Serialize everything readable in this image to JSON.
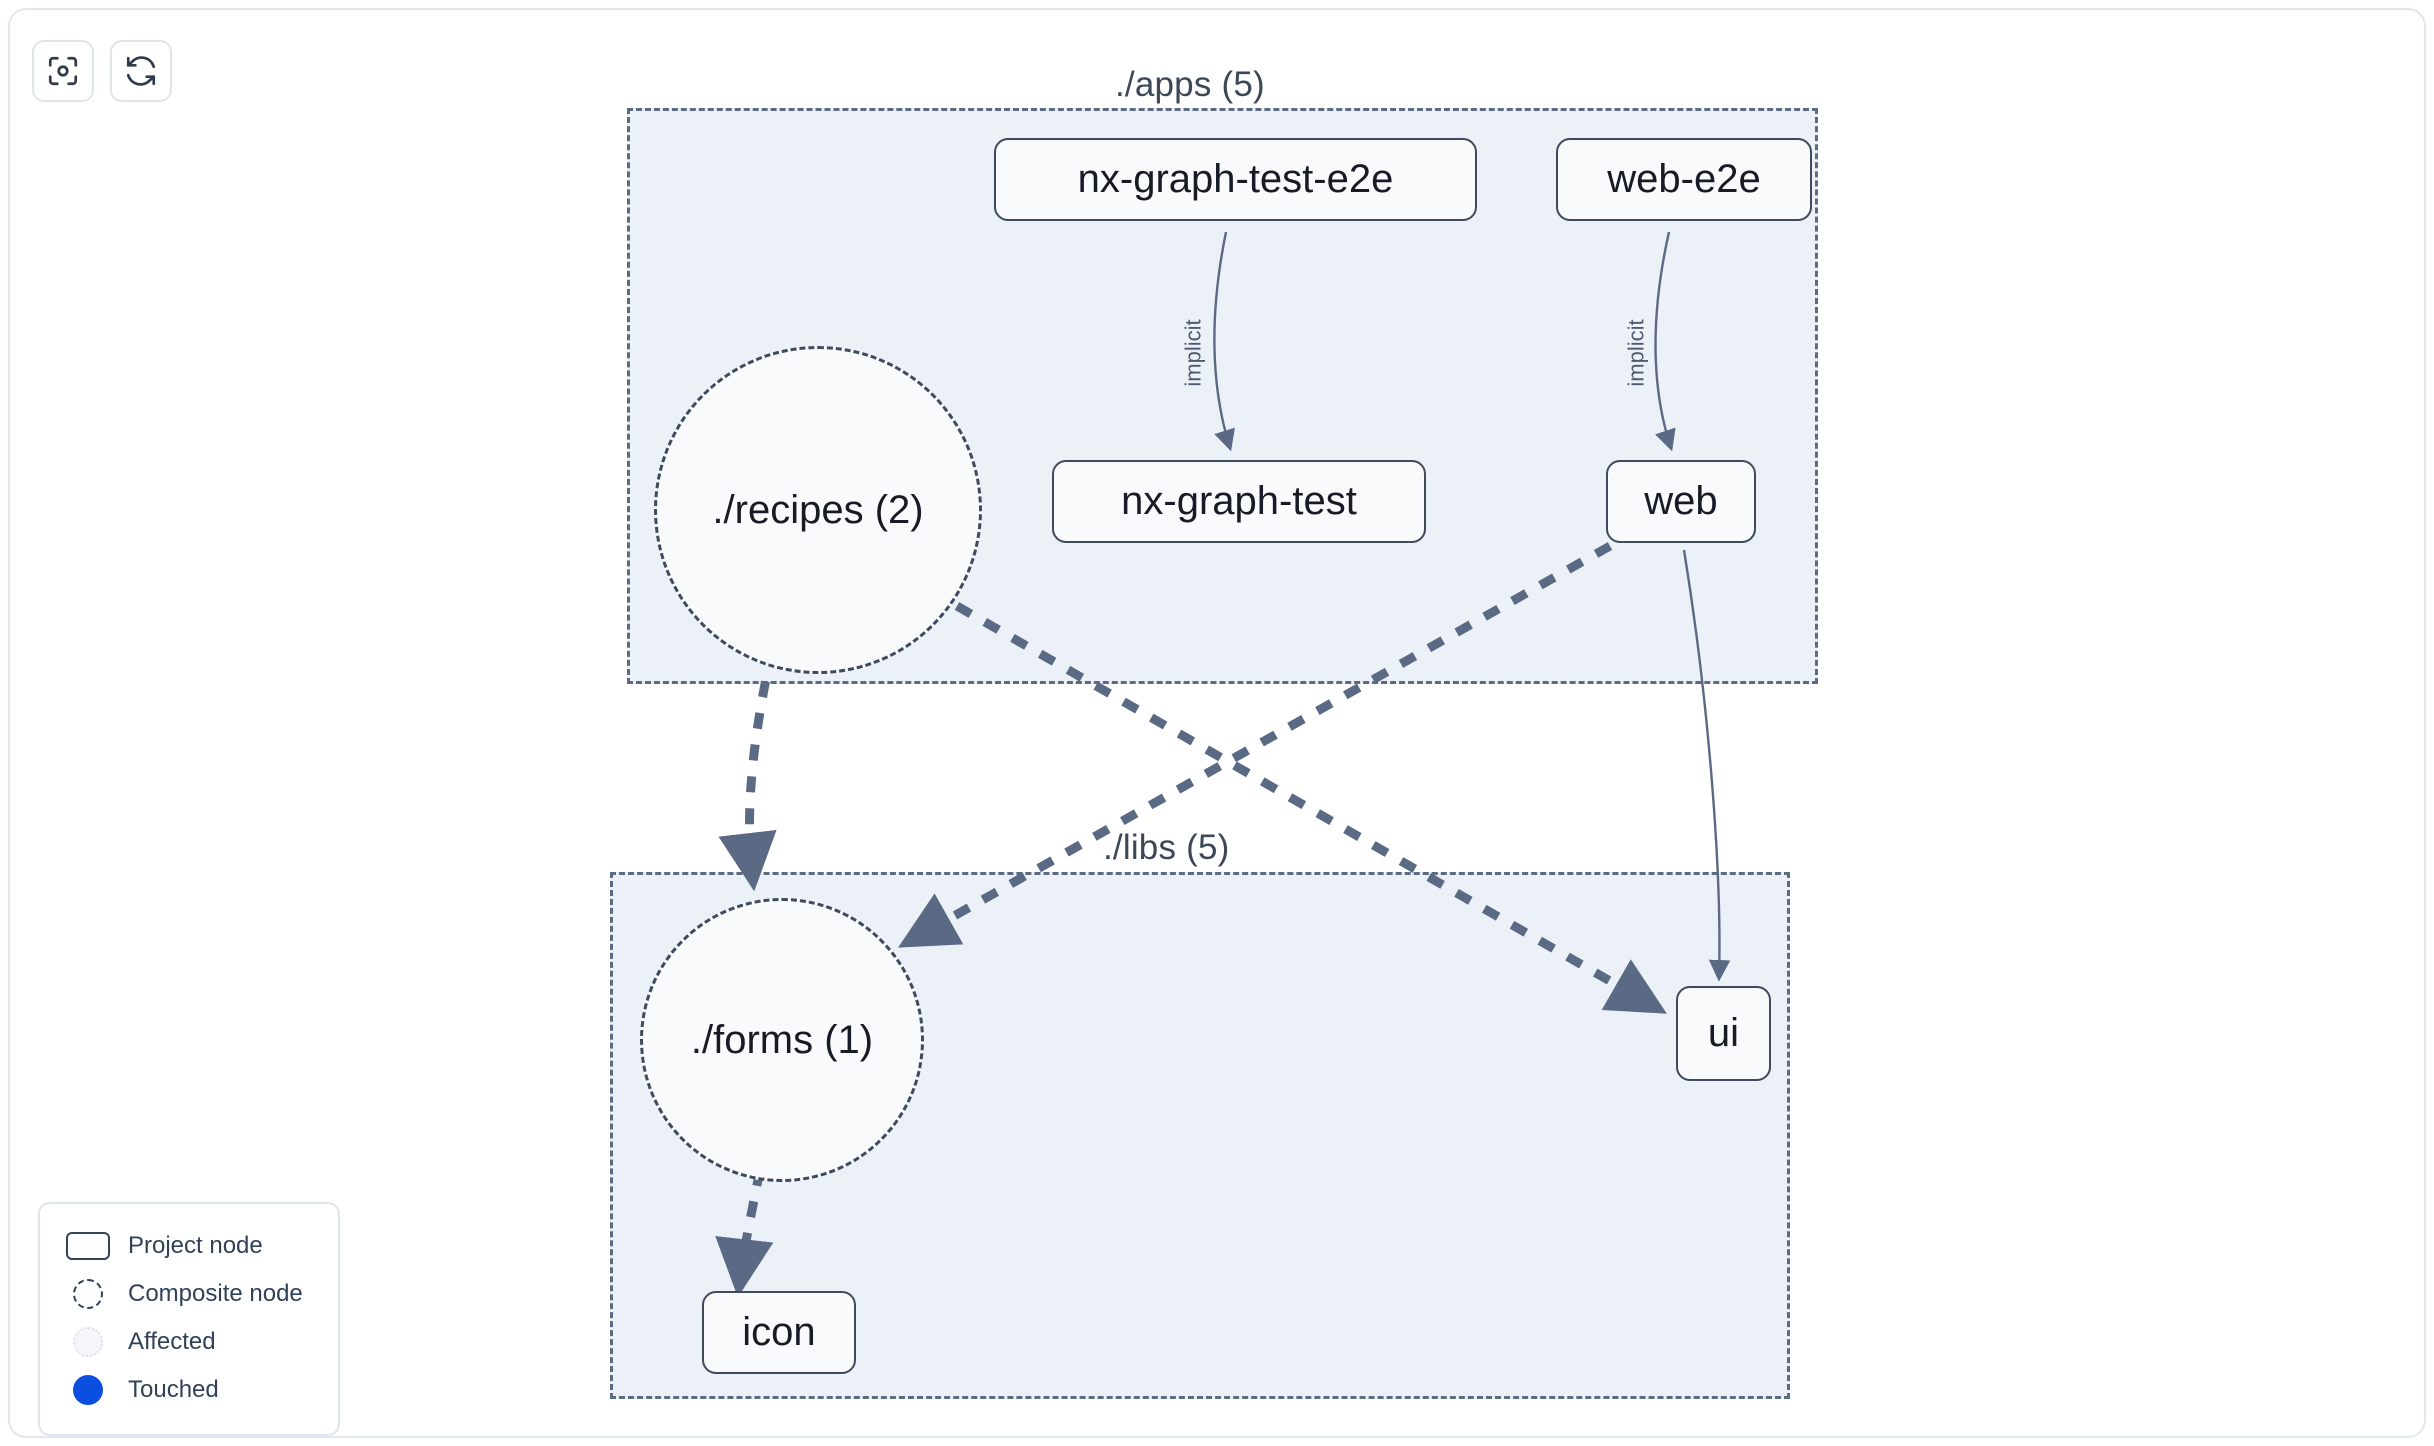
{
  "toolbar": {
    "buttons": [
      {
        "name": "focus-graph-button",
        "icon": "focus-target-icon",
        "title": "Focus graph"
      },
      {
        "name": "refresh-graph-button",
        "icon": "refresh-icon",
        "title": "Refresh graph"
      }
    ]
  },
  "graph": {
    "groups": [
      {
        "id": "apps",
        "label": "./apps (5)"
      },
      {
        "id": "libs",
        "label": "./libs (5)"
      }
    ],
    "nodes": [
      {
        "id": "nx-graph-test-e2e",
        "label": "nx-graph-test-e2e",
        "type": "project",
        "group": "apps"
      },
      {
        "id": "web-e2e",
        "label": "web-e2e",
        "type": "project",
        "group": "apps"
      },
      {
        "id": "nx-graph-test",
        "label": "nx-graph-test",
        "type": "project",
        "group": "apps"
      },
      {
        "id": "web",
        "label": "web",
        "type": "project",
        "group": "apps"
      },
      {
        "id": "recipes",
        "label": "./recipes (2)",
        "type": "composite",
        "group": "apps"
      },
      {
        "id": "forms",
        "label": "./forms (1)",
        "type": "composite",
        "group": "libs"
      },
      {
        "id": "ui",
        "label": "ui",
        "type": "project",
        "group": "libs"
      },
      {
        "id": "icon",
        "label": "icon",
        "type": "project",
        "group": "libs"
      }
    ],
    "edges": [
      {
        "from": "nx-graph-test-e2e",
        "to": "nx-graph-test",
        "label": "implicit",
        "style": "solid"
      },
      {
        "from": "web-e2e",
        "to": "web",
        "label": "implicit",
        "style": "solid"
      },
      {
        "from": "web",
        "to": "ui",
        "label": "",
        "style": "solid"
      },
      {
        "from": "recipes",
        "to": "forms",
        "label": "",
        "style": "dashed"
      },
      {
        "from": "recipes",
        "to": "ui",
        "label": "",
        "style": "dashed"
      },
      {
        "from": "web",
        "to": "forms",
        "label": "",
        "style": "dashed"
      },
      {
        "from": "forms",
        "to": "icon",
        "label": "",
        "style": "dashed"
      }
    ],
    "edge_labels": [
      {
        "id": "implicit-1",
        "text": "implicit"
      },
      {
        "id": "implicit-2",
        "text": "implicit"
      }
    ]
  },
  "legend": {
    "items": [
      {
        "id": "project-node",
        "label": "Project node",
        "swatch": "project-node-swatch"
      },
      {
        "id": "composite-node",
        "label": "Composite node",
        "swatch": "composite-node-swatch"
      },
      {
        "id": "affected",
        "label": "Affected",
        "swatch": "affected-swatch"
      },
      {
        "id": "touched",
        "label": "Touched",
        "swatch": "touched-swatch"
      }
    ]
  },
  "colors": {
    "group_fill": "#ecf1f8",
    "group_border": "#5d6b82",
    "node_fill": "#f9fafc",
    "node_border": "#404a5c",
    "edge": "#5a6a84",
    "touched": "#0b4fe0",
    "text": "#161b26"
  }
}
